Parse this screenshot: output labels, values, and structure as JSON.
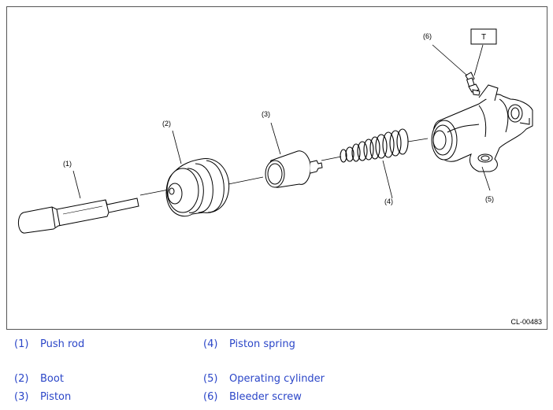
{
  "figure": {
    "code": "CL-00483",
    "torque_box": "T",
    "callouts": {
      "push_rod": "(1)",
      "boot": "(2)",
      "piston": "(3)",
      "piston_spring": "(4)",
      "operating_cylinder": "(5)",
      "bleeder_screw": "(6)"
    }
  },
  "legend": [
    {
      "num": "(1)",
      "label": "Push rod"
    },
    {
      "num": "(4)",
      "label": "Piston spring"
    },
    {
      "num": "(2)",
      "label": "Boot"
    },
    {
      "num": "(5)",
      "label": "Operating cylinder"
    },
    {
      "num": "(3)",
      "label": "Piston"
    },
    {
      "num": "(6)",
      "label": "Bleeder screw"
    }
  ],
  "colors": {
    "legend_text": "#2b46c8",
    "outline": "#000000",
    "frame": "#555555"
  }
}
